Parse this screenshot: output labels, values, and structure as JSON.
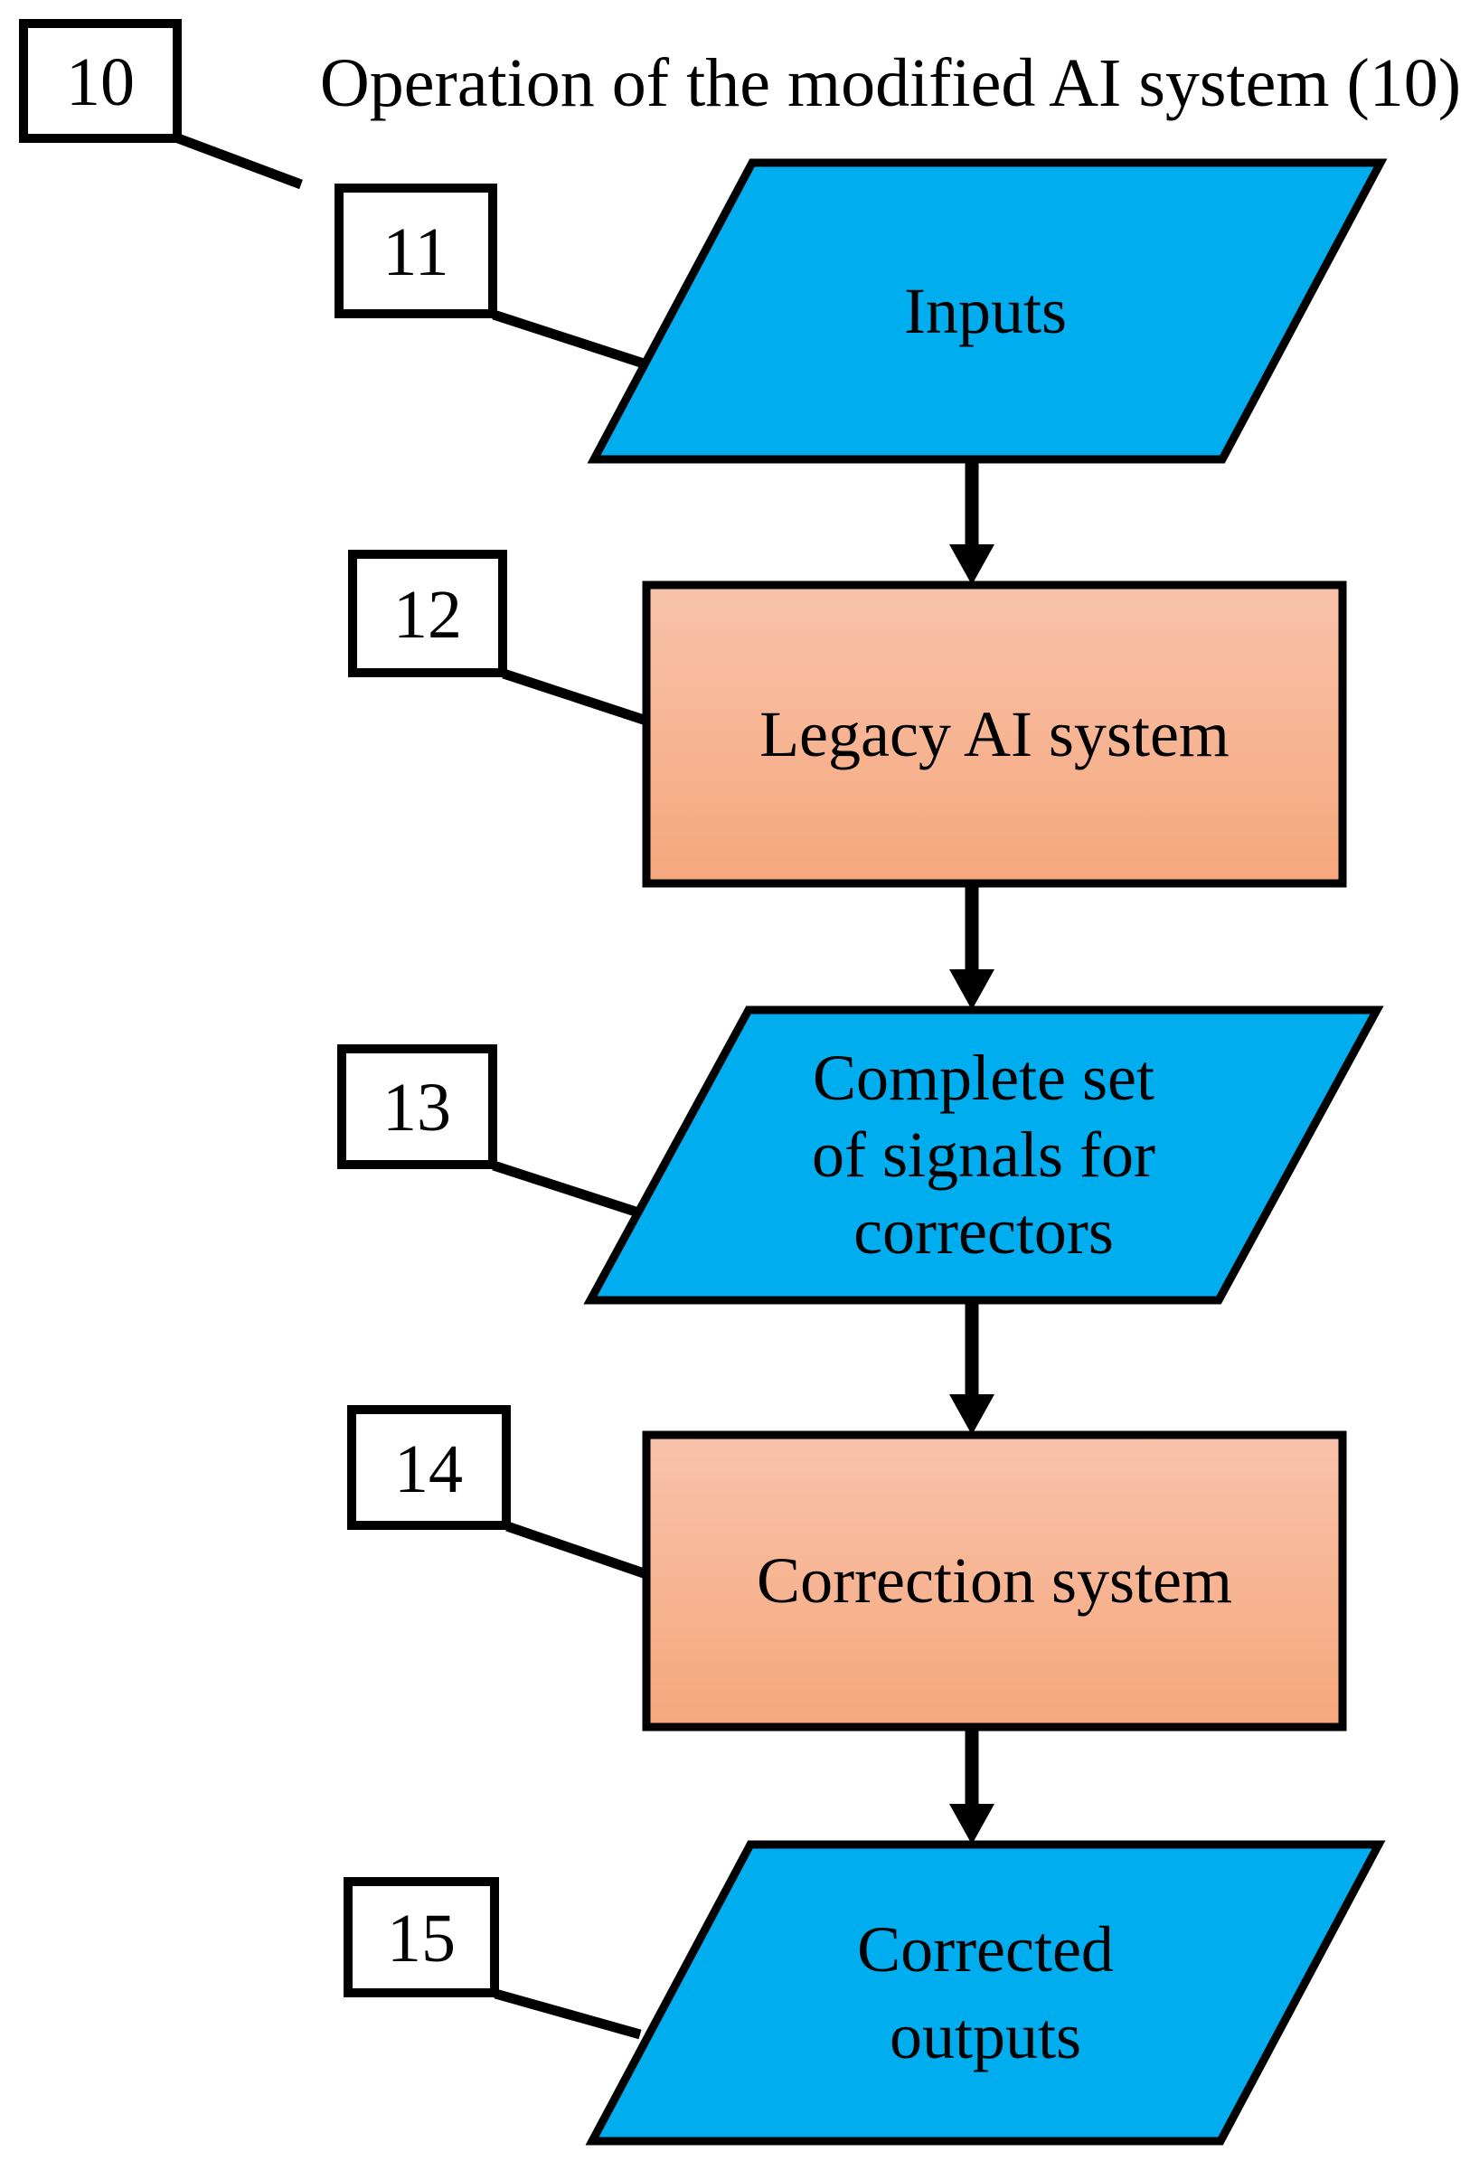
{
  "figure": {
    "title": "Operation of the modified AI system (10)"
  },
  "colors": {
    "background": "#FFFFFF",
    "outline": "#000000",
    "callout_fill": "#FFFFFF",
    "node_blue": "#00AEEF",
    "node_orange_top": "#F8C3AB",
    "node_orange_bottom": "#F6A77C"
  },
  "callouts": [
    {
      "number": "10"
    },
    {
      "number": "11"
    },
    {
      "number": "12"
    },
    {
      "number": "13"
    },
    {
      "number": "14"
    },
    {
      "number": "15"
    }
  ],
  "nodes": [
    {
      "ref": "11",
      "shape": "parallelogram",
      "lines": [
        "Inputs"
      ]
    },
    {
      "ref": "12",
      "shape": "rectangle",
      "lines": [
        "Legacy AI system"
      ]
    },
    {
      "ref": "13",
      "shape": "parallelogram",
      "lines": [
        "Complete set",
        "of signals for",
        "correctors"
      ]
    },
    {
      "ref": "14",
      "shape": "rectangle",
      "lines": [
        "Correction system"
      ]
    },
    {
      "ref": "15",
      "shape": "parallelogram",
      "lines": [
        "Corrected",
        "outputs"
      ]
    }
  ]
}
